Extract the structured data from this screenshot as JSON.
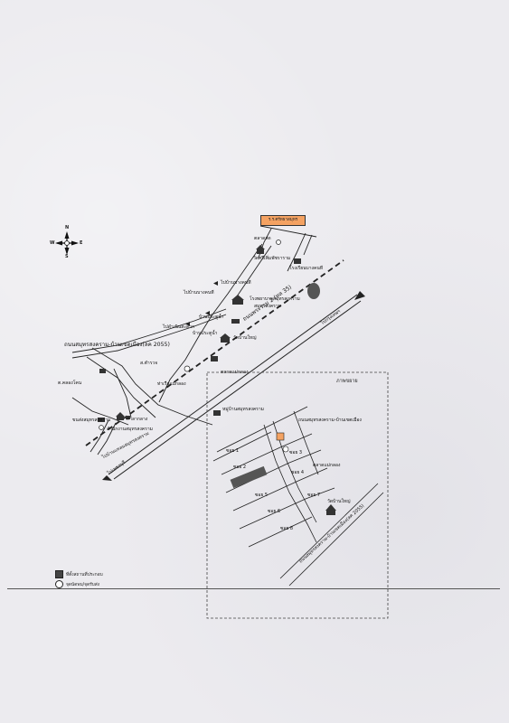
{
  "map": {
    "destination_label": "ร.ร.ศรัทธาสมุทร",
    "compass": {
      "north": "N",
      "south": "S",
      "east": "E",
      "west": "W"
    },
    "labels": {
      "market_top": "ตลาดสด",
      "temple_top": "วัดศรีเพิ่มพัชราราม",
      "school_right": "โรงเรียนบางคนที",
      "to_bangkhonthi": "ไปบ้านบางคนที",
      "bang_khonthi_district": "ไปบ้านบางคนที",
      "hospital": "โรงพยาบาลสมุทรสงคราม",
      "hospital_sub": "สมุทรสงคราม",
      "to_damnoen": "ไปดำเนินสะดวก",
      "ban_road": "บ้านประตูน้ำ",
      "wat_yai": "วัดบ้านใหญ่",
      "market_mae_klong": "ตลาดแม่กลอง",
      "pier": "ท่าเรือแม่กลอง",
      "river_label": "แม่น้ำแม่กลอง",
      "road_main": "ถนนสมุทรสงคราม-บ้านเขตเมือง(ลค 2055)",
      "road_rama2": "ถนนพระราม 2 (ทล 35)",
      "to_bangkok": "ไปกรุงเทพฯ",
      "to_phetchaburi": "ไปเพชรบุรี",
      "police": "ส.ตำรวจ",
      "klong_label": "ต.คลองโคน",
      "city_hall": "ศาลากลาง",
      "province_office": "สำนักงานสมุทรสงคราม",
      "bus_station": "ขนส่งสมุทรสงคราม",
      "to_bang_khonthi_bottom": "ไปบ้านแหลมสมุทรสงคราม"
    },
    "inset": {
      "title": "ภาพขยาย",
      "top_label": "หมู่บ้านสมุทรสงคราม",
      "note_label": "ถนนสมุทรสงคราม-บ้านเขตเมือง",
      "market_label": "ตลาดแม่กลอง",
      "temple_label": "วัดบ้านใหญ่",
      "bottom_road": "ถนนสมุทรสงคราม-บ้านเขตเมือง(ลค 2055)",
      "streets": [
        "ซอย 1",
        "ซอย 2",
        "ซอย 3",
        "ซอย 4",
        "ซอย 5",
        "ซอย 6",
        "ซอย 7",
        "ซอย 8"
      ]
    },
    "legend": [
      {
        "label": "ที่ตั้งสถานที่ประกอบ",
        "color": "#444444"
      },
      {
        "label": "จุดนัดพบ/จุดรับส่ง",
        "color": "#ffffff"
      }
    ]
  }
}
